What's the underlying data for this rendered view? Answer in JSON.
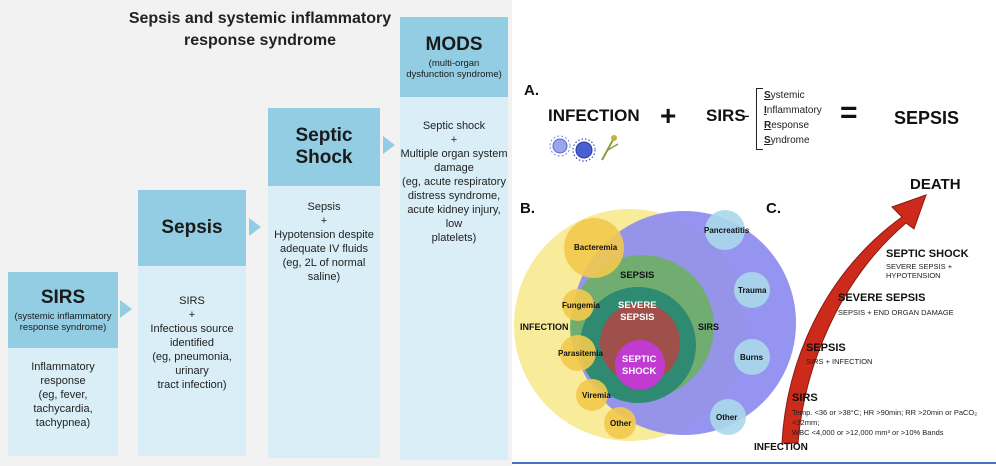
{
  "left_panel": {
    "title_lines": [
      "Sepsis and systemic inflammatory",
      "response syndrome"
    ],
    "stages": [
      {
        "name": "SIRS",
        "subtitle": "(systemic inflammatory response syndrome)",
        "body": [
          "Inflammatory",
          "response",
          "(eg, fever, tachycardia,",
          "tachypnea)"
        ]
      },
      {
        "name": "Sepsis",
        "subtitle": "",
        "body": [
          "SIRS",
          "+",
          "Infectious source",
          "identified",
          "(eg, pneumonia, urinary",
          "tract infection)"
        ]
      },
      {
        "name": "Septic Shock",
        "subtitle": "",
        "body": [
          "Sepsis",
          "+",
          "Hypotension despite",
          "adequate IV fluids",
          "(eg, 2L of normal",
          "saline)"
        ]
      },
      {
        "name": "MODS",
        "subtitle": "(multi-organ dysfunction syndrome)",
        "body": [
          "Septic shock",
          "+",
          "Multiple organ system",
          "damage",
          "(eg, acute respiratory",
          "distress syndrome,",
          "acute kidney injury, low",
          "platelets)"
        ]
      }
    ],
    "colors": {
      "header": "#93cde3",
      "body": "#d9eef7",
      "background": "#f2f2f2"
    }
  },
  "panel_a": {
    "letter": "A.",
    "infection": "INFECTION",
    "plus": "+",
    "sirs": "SIRS",
    "dash": "-",
    "acronym": [
      {
        "initial": "S",
        "rest": "ystemic"
      },
      {
        "initial": "I",
        "rest": "nflammatory"
      },
      {
        "initial": "R",
        "rest": "esponse"
      },
      {
        "initial": "S",
        "rest": "yndrome"
      }
    ],
    "equals": "=",
    "result": "SEPSIS"
  },
  "panel_b": {
    "letter": "B.",
    "infection_label": "INFECTION",
    "sirs_label": "SIRS",
    "sepsis": "SEPSIS",
    "severe_sepsis": [
      "SEVERE",
      "SEPSIS"
    ],
    "septic_shock": [
      "SEPTIC",
      "SHOCK"
    ],
    "infection_types": [
      "Bacteremia",
      "Fungemia",
      "Parasitemia",
      "Viremia",
      "Other"
    ],
    "sirs_causes": [
      "Pancreatitis",
      "Trauma",
      "Burns",
      "Other"
    ],
    "colors": {
      "infection": "#f7e98e",
      "sirs": "#8c8cf0",
      "sepsis": "#3a9a7a",
      "severe": "#a0504a",
      "shock": "#c23bd0",
      "bubbles": "#aad8ea",
      "infection_bubbles": "#f2c94c"
    }
  },
  "panel_c": {
    "letter": "C.",
    "top": "DEATH",
    "bottom": "INFECTION",
    "steps": [
      {
        "name": "SEPTIC SHOCK",
        "desc": "SEVERE SEPSIS + HYPOTENSION"
      },
      {
        "name": "SEVERE SEPSIS",
        "desc": "SEPSIS + END ORGAN DAMAGE"
      },
      {
        "name": "SEPSIS",
        "desc": "SIRS + INFECTION"
      },
      {
        "name": "SIRS",
        "desc_lines": [
          "Temp. <36 or >38°C; HR >90min; RR >20min or PaCO₂ <32mm;",
          "WBC <4,000 or >12,000 mm³ or >10% Bands"
        ]
      }
    ],
    "arrow_color": "#cc2a1a"
  }
}
